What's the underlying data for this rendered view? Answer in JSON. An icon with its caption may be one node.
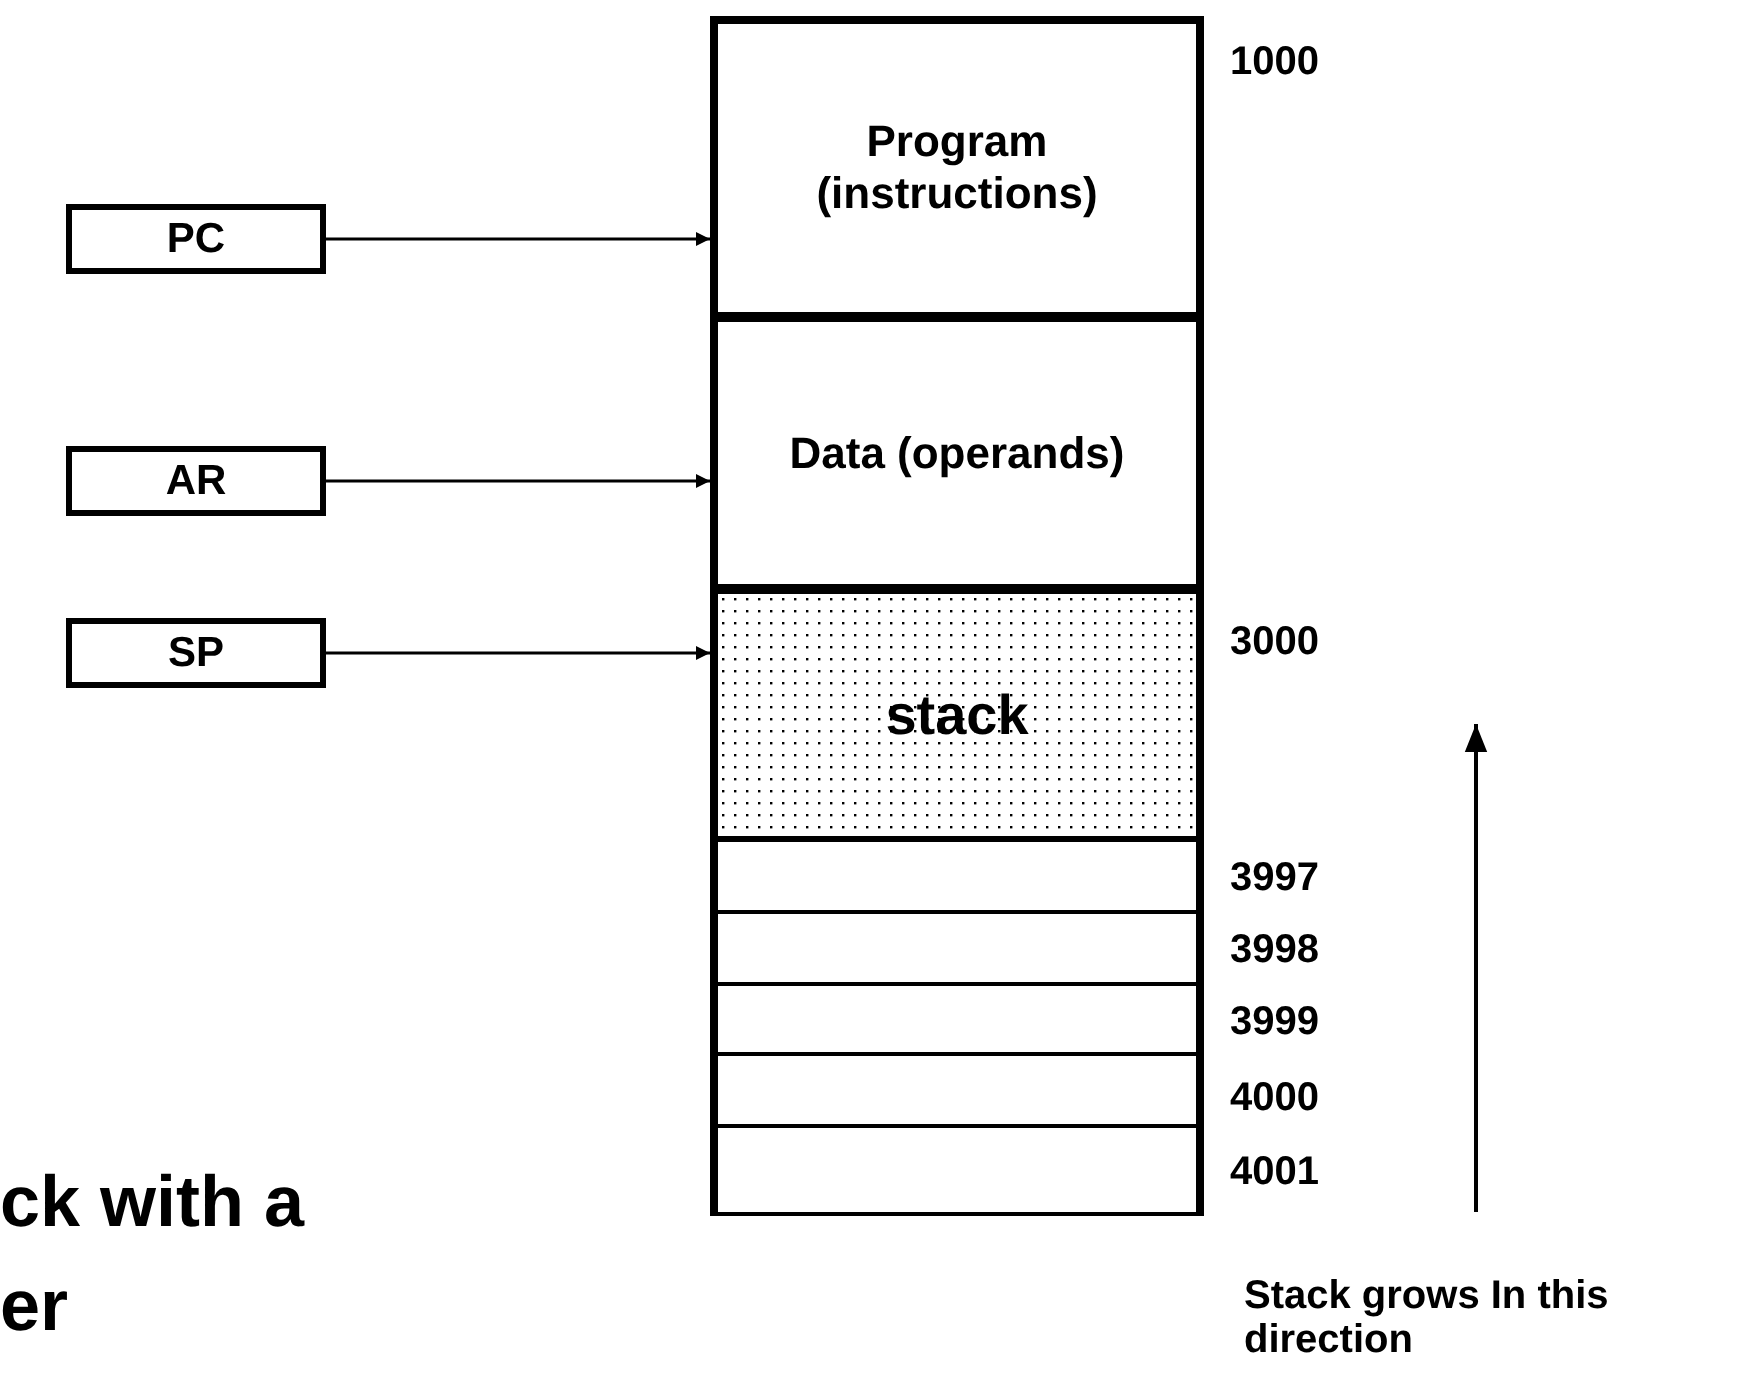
{
  "diagram": {
    "nodes": [
      {
        "text": [
          "PC"
        ]
      },
      {
        "text": [
          "AR"
        ]
      },
      {
        "text": [
          "SP"
        ]
      },
      {
        "text": [
          "Program (instructions)"
        ]
      },
      {
        "text": [
          "Data (operands)"
        ]
      },
      {
        "text": [
          "stack"
        ]
      },
      {
        "text": [],
        "shape": "box"
      },
      {
        "text": [],
        "shape": "box"
      },
      {
        "text": [],
        "shape": "box"
      },
      {
        "text": [],
        "shape": "box"
      },
      {
        "text": [],
        "shape": "box"
      }
    ],
    "edges": [
      {
        "from": 0,
        "to": 3,
        "arrow": "to"
      },
      {
        "from": 1,
        "to": 4,
        "arrow": "to"
      },
      {
        "from": 2,
        "to": 5,
        "arrow": "to"
      }
    ],
    "labels": [
      "1000",
      "3000",
      "3997",
      "3998",
      "3999",
      "4000",
      "4001",
      "Stack grows In this direction",
      "ck with a",
      "er"
    ]
  }
}
